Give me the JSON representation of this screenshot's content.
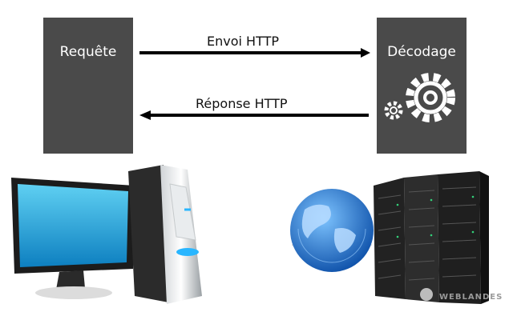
{
  "nodes": {
    "request": {
      "label": "Requête"
    },
    "decoding": {
      "label": "Décodage"
    }
  },
  "edges": {
    "send": {
      "label": "Envoi HTTP"
    },
    "response": {
      "label": "Réponse HTTP"
    }
  },
  "watermark": {
    "text": "WEBLANDES"
  },
  "icons": [
    "gear-icon",
    "desktop-computer-icon",
    "globe-icon",
    "server-rack-icon"
  ],
  "colors": {
    "box": "#4a4a4a",
    "arrow": "#000000",
    "screen": "#18a7d8",
    "globe": "#1d6fd1"
  }
}
